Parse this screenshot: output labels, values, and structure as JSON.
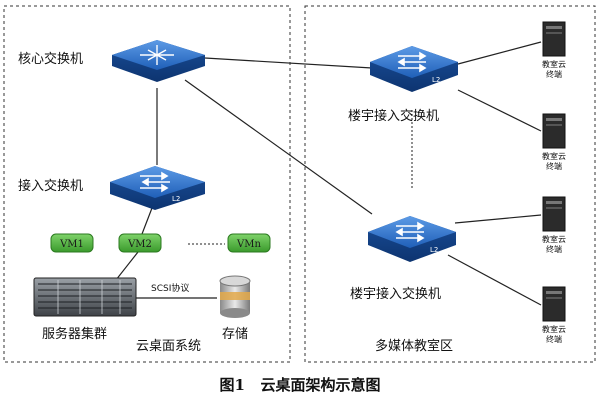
{
  "labels": {
    "core_switch": "核心交换机",
    "access_switch": "接入交换机",
    "building_switch_1": "楼宇接入交换机",
    "building_switch_2": "楼宇接入交换机",
    "server_cluster": "服务器集群",
    "storage": "存储",
    "scsi": "SCSI协议",
    "cloud_desktop_system": "云桌面系统",
    "multimedia_area": "多媒体教室区",
    "caption": "图1   云桌面架构示意图",
    "switch_tag": "L2"
  },
  "vms": [
    "VM1",
    "VM2",
    "VMn"
  ],
  "terminals": [
    {
      "line1": "教室云",
      "line2": "终端"
    },
    {
      "line1": "教室云",
      "line2": "终端"
    },
    {
      "line1": "教室云",
      "line2": "终端"
    },
    {
      "line1": "教室云",
      "line2": "终端"
    }
  ],
  "colors": {
    "switch_blue": "#1f5fb8",
    "vm_green": "#4cae3a",
    "border": "#333333"
  }
}
